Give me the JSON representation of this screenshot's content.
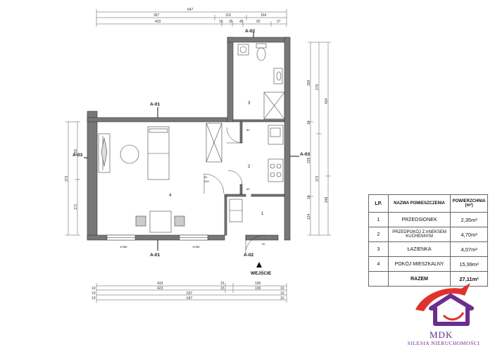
{
  "dimensions": {
    "top_total": "647",
    "top_row2": [
      "367",
      "116",
      "164"
    ],
    "top_row3": [
      "433",
      "15",
      "35",
      "45",
      "92",
      "27"
    ],
    "bottom_row1": [
      "433",
      "15",
      "199"
    ],
    "bottom_row2": [
      "10",
      "423",
      "15",
      "199",
      "10"
    ],
    "bottom_row3": [
      "10",
      "637",
      "10"
    ],
    "bottom_total": [
      "10",
      "647",
      "10"
    ],
    "left_outer": "373",
    "left_inner": [
      "202",
      "171"
    ],
    "right_col1": [
      "269",
      "10",
      "239",
      "10",
      "124"
    ],
    "right_col2": [
      "279",
      "373"
    ],
    "right_col3": [
      "404",
      "248"
    ],
    "doors": [
      "80",
      "200",
      "60",
      "200",
      "60",
      "200",
      "90",
      "200"
    ],
    "windows": [
      "197",
      "88",
      "197",
      "88"
    ]
  },
  "sections": [
    "A-02",
    "A-01",
    "A-03",
    "A-03",
    "A-01",
    "A-02"
  ],
  "rooms": [
    "1",
    "2",
    "3",
    "4"
  ],
  "entrance": "WEJŚCIE",
  "table": {
    "headers": {
      "lp": "LP.",
      "name": "NAZWA POMIESZCZENIA",
      "area": "POWIERZCHNIA",
      "unit": "(m²)"
    },
    "rows": [
      {
        "lp": "1",
        "name": "PRZEDSIONEK",
        "area": "2,35m²"
      },
      {
        "lp": "2",
        "name": "PRZEDPOKÓJ Z ANEKSEM KUCHENNYM",
        "area": "4,70m²"
      },
      {
        "lp": "3",
        "name": "ŁAZIENKA",
        "area": "4,07m²"
      },
      {
        "lp": "4",
        "name": "POKÓJ MIESZKALNY",
        "area": "15,99m²"
      }
    ],
    "total_label": "RAZEM",
    "total_area": "27,11m²"
  },
  "logo": {
    "main": "MDK",
    "sub": "SILESIA NIERUCHOMOŚCI",
    "colors": {
      "roof": "#e0322c",
      "house": "#6b2d8f"
    }
  }
}
